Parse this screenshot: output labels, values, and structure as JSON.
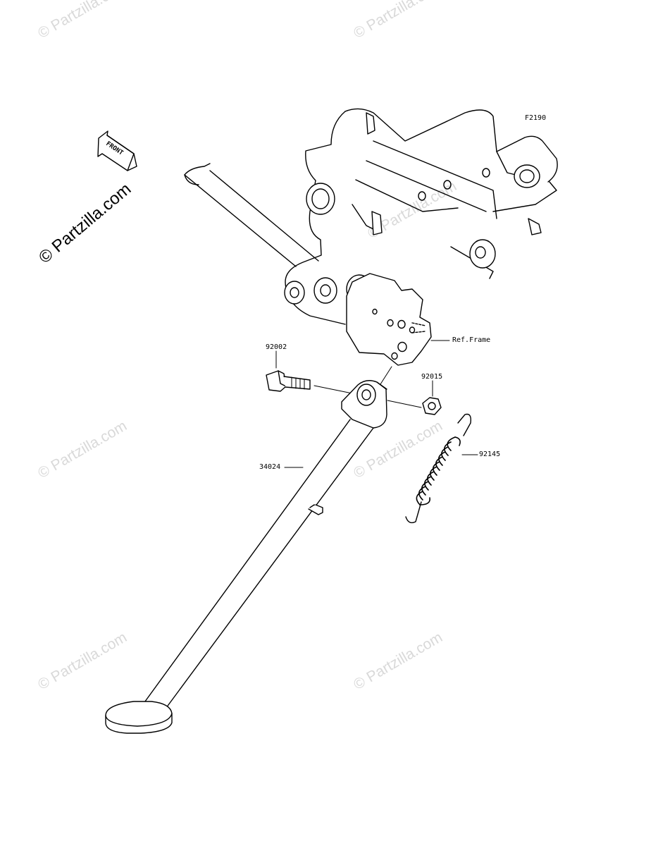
{
  "figure_code": "F2190",
  "watermark": {
    "text": "© Partzilla.com",
    "color": "#d9d9d9"
  },
  "brand_watermark": {
    "text": "© Partzilla.com",
    "color": "#000000"
  },
  "front_indicator": {
    "label": "FRONT",
    "icon": "front-arrow-icon"
  },
  "reference_label": "Ref.Frame",
  "parts": [
    {
      "number": "92002",
      "name": "bolt"
    },
    {
      "number": "92015",
      "name": "nut"
    },
    {
      "number": "92145",
      "name": "spring"
    },
    {
      "number": "34024",
      "name": "side-stand"
    }
  ]
}
